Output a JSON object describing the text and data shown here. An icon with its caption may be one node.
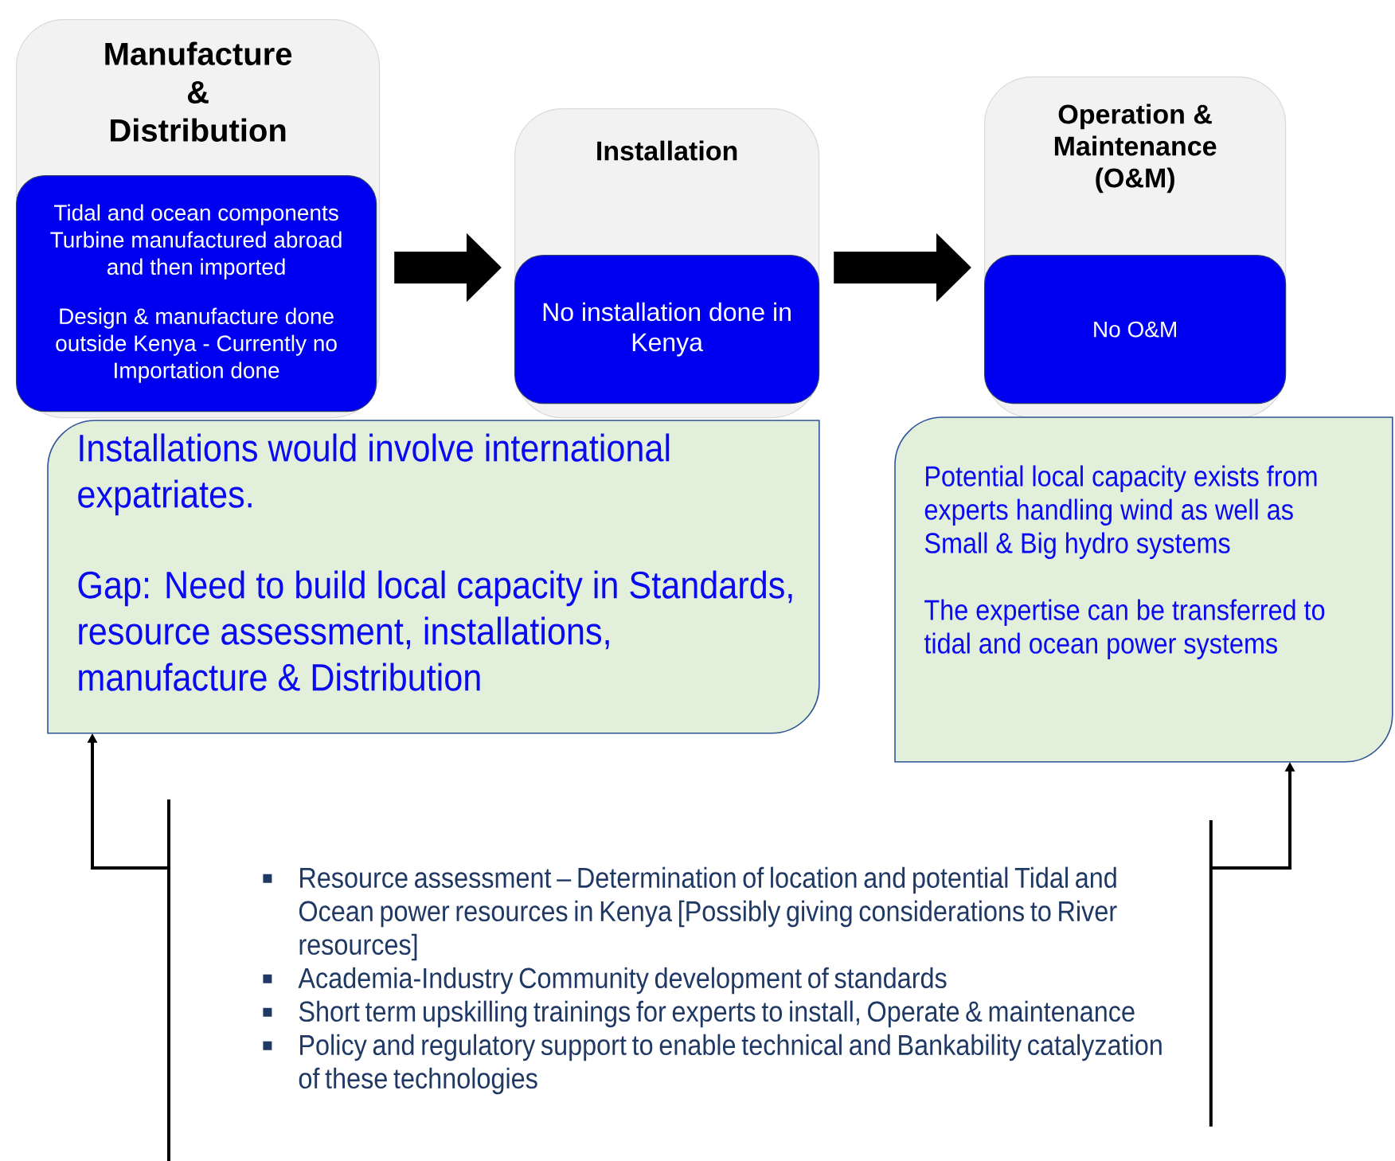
{
  "diagram": {
    "nodes": [
      {
        "text": [
          "Manufacture & Distribution"
        ]
      },
      {
        "text": [
          "Tidal and ocean components Turbine manufactured abroad and then imported",
          "Design & manufacture done outside Kenya  - Currently no Importation done"
        ],
        "in": 0
      },
      {
        "text": [
          "Installation"
        ]
      },
      {
        "text": [
          "No installation done in Kenya"
        ],
        "in": 2
      },
      {
        "text": [
          "Operation & Maintenance (O&M)"
        ]
      },
      {
        "text": [
          "No  O&M"
        ],
        "in": 4
      },
      {
        "text": [
          "Installations would involve international expatriates.",
          "Gap: Need to build local capacity in Standards, resource assessment, installations, manufacture & Distribution"
        ]
      },
      {
        "text": [
          "Potential local capacity exists from experts handling wind as well as Small & Big hydro systems",
          "The expertise can be transferred to tidal and ocean power systems"
        ]
      },
      {
        "text": [
          "Resource assessment – Determination of location and potential Tidal and Ocean power resources in Kenya [Possibly giving considerations to River resources]",
          "Academia-Industry Community development of standards",
          "Short term upskilling trainings for experts to install, Operate & maintenance",
          "Policy and regulatory support to enable technical and Bankability catalyzation of these technologies"
        ]
      }
    ],
    "edges": [
      {
        "from": 0,
        "to": 2,
        "arrow": "to",
        "style": "thick"
      },
      {
        "from": 2,
        "to": 4,
        "arrow": "to",
        "style": "thick"
      },
      {
        "from": 8,
        "to": 6,
        "arrow": "to"
      },
      {
        "from": 8,
        "to": 7,
        "arrow": "to"
      }
    ]
  }
}
